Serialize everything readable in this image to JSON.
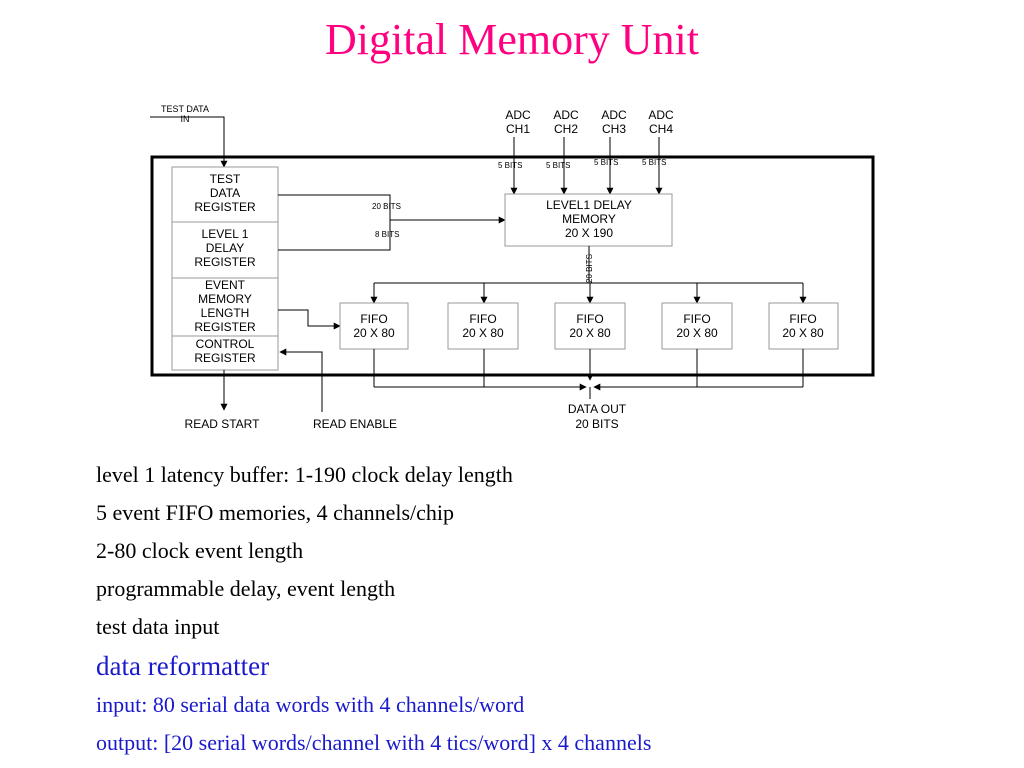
{
  "title": "Digital Memory Unit",
  "diagram": {
    "test_data_in": [
      "TEST DATA",
      "IN"
    ],
    "adc": [
      {
        "l1": "ADC",
        "l2": "CH1",
        "bits": "5 BITS"
      },
      {
        "l1": "ADC",
        "l2": "CH2",
        "bits": "5 BITS"
      },
      {
        "l1": "ADC",
        "l2": "CH3",
        "bits": "5 BITS"
      },
      {
        "l1": "ADC",
        "l2": "CH4",
        "bits": "5 BITS"
      }
    ],
    "registers": [
      [
        "TEST",
        "DATA",
        "REGISTER"
      ],
      [
        "LEVEL 1",
        "DELAY",
        "REGISTER"
      ],
      [
        "EVENT",
        "MEMORY",
        "LENGTH",
        "REGISTER"
      ],
      [
        "CONTROL",
        "REGISTER"
      ]
    ],
    "bits_20": "20 BITS",
    "bits_8": "8 BITS",
    "bits_20_vertical": "20 BITS",
    "level1_memory": [
      "LEVEL1 DELAY",
      "MEMORY",
      "20 X 190"
    ],
    "fifos": [
      [
        "FIFO",
        "20 X 80"
      ],
      [
        "FIFO",
        "20 X 80"
      ],
      [
        "FIFO",
        "20 X 80"
      ],
      [
        "FIFO",
        "20 X 80"
      ],
      [
        "FIFO",
        "20 X 80"
      ]
    ],
    "data_out": [
      "DATA OUT",
      "20 BITS"
    ],
    "read_start": "READ START",
    "read_enable": "READ ENABLE"
  },
  "bullets": {
    "b1": "level 1 latency buffer: 1-190 clock delay length",
    "b2": "5 event FIFO memories, 4 channels/chip",
    "b3": "2-80 clock event length",
    "b4": "programmable delay, event length",
    "b5": "test data input",
    "b6": "data reformatter",
    "b7": "input: 80 serial data words with 4 channels/word",
    "b8": "output: [20 serial words/channel with 4 tics/word] x 4 channels"
  },
  "colors": {
    "title": "#ff0080",
    "blue_text": "#1a1acc"
  }
}
